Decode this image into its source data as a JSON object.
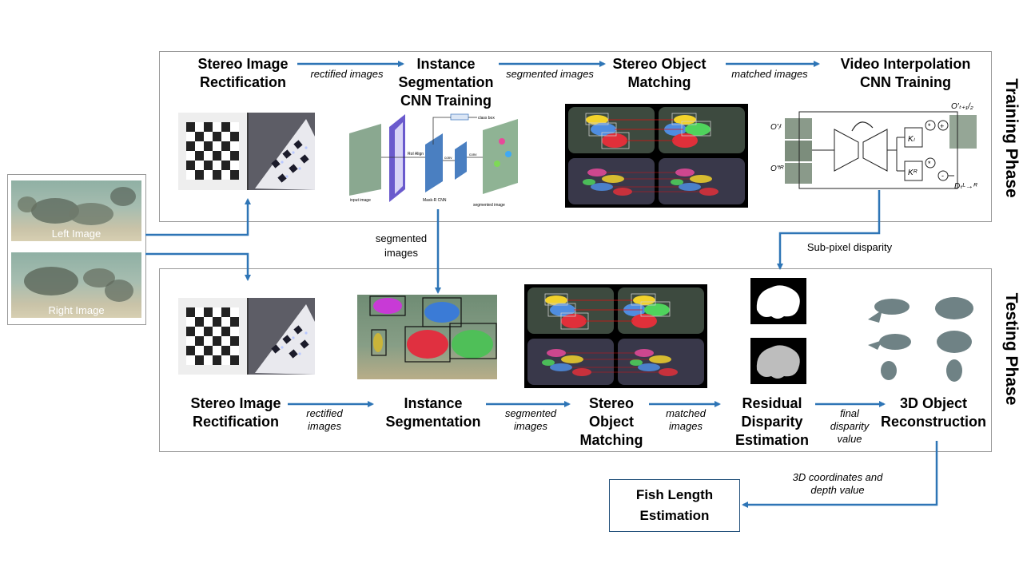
{
  "colors": {
    "arrow": "#2E75B6",
    "panel_border": "#9a9a9a",
    "box_border": "#1f4e79"
  },
  "inputs": {
    "left": "Left Image",
    "right": "Right Image"
  },
  "phases": {
    "training": "Training Phase",
    "testing": "Testing Phase"
  },
  "training": {
    "step1": "Stereo Image\nRectification",
    "step2": "Instance\nSegmentation\nCNN Training",
    "step3": "Stereo Object\nMatching",
    "step4": "Video Interpolation\nCNN Training",
    "edge1": "rectified images",
    "edge2": "segmented  images",
    "edge3": "matched images",
    "maskrcnn": {
      "input": "input image",
      "roi": "RoI Align",
      "conv1": "conv",
      "conv2": "conv",
      "classbox": "class box",
      "name": "Mask-R CNN",
      "output": "segmented  image"
    },
    "interp": {
      "o_left": "O'ₗᵗ",
      "o_right": "O'ᵗᴿ",
      "out_top": "O'ₜ₊₁/₂",
      "kl": "Kₗ",
      "kr": "Kᴿ",
      "disp": "Dₜᴸ→ᴿ",
      "mul": "*",
      "plus": "+",
      "minus": "-"
    }
  },
  "cross": {
    "segmented": "segmented\nimages",
    "subpixel": "Sub-pixel disparity"
  },
  "testing": {
    "step1": "Stereo Image\nRectification",
    "step2": "Instance\nSegmentation",
    "step3": "Stereo\nObject\nMatching",
    "step4": "Residual\nDisparity\nEstimation",
    "step5": "3D Object\nReconstruction",
    "edge1": "rectified\nimages",
    "edge2": "segmented\nimages",
    "edge3": "matched\nimages",
    "edge4": "final\ndisparity\nvalue"
  },
  "output": {
    "edge": "3D coordinates and\ndepth value",
    "box": "Fish Length\nEstimation"
  }
}
